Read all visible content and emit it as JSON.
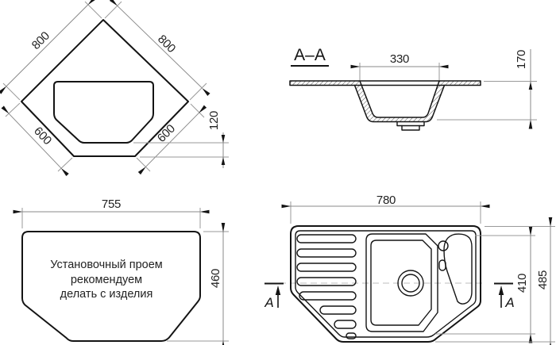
{
  "drawing": {
    "top_view": {
      "dim_edge_upper_left": "800",
      "dim_edge_upper_right": "800",
      "dim_edge_lower_left": "600",
      "dim_edge_lower_right": "600",
      "dim_corner_height": "120"
    },
    "section_view": {
      "title": "A–A",
      "dim_bowl_width": "330",
      "dim_depth": "170"
    },
    "cutout_view": {
      "dim_width": "755",
      "dim_height": "460",
      "note_line1": "Установочный проем",
      "note_line2": "рекомендуем",
      "note_line3": "делать с изделия"
    },
    "plan_view": {
      "dim_width": "780",
      "dim_bowl_zone_height": "410",
      "dim_height": "485",
      "section_marker_left": "A",
      "section_marker_right": "A"
    }
  },
  "colors": {
    "line": "#141414",
    "dimension": "#8a8a8a",
    "text": "#222222",
    "centerline": "#c9c9c9",
    "background": "#ffffff"
  }
}
